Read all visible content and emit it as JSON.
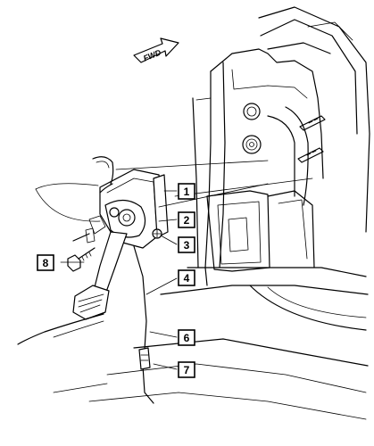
{
  "direction_arrow": {
    "label": "FWD",
    "icon": "forward-arrow-icon"
  },
  "callouts": [
    {
      "number": "1"
    },
    {
      "number": "2"
    },
    {
      "number": "3"
    },
    {
      "number": "4"
    },
    {
      "number": "6"
    },
    {
      "number": "7"
    },
    {
      "number": "8"
    }
  ],
  "colors": {
    "line": "#000000",
    "background": "#ffffff"
  }
}
